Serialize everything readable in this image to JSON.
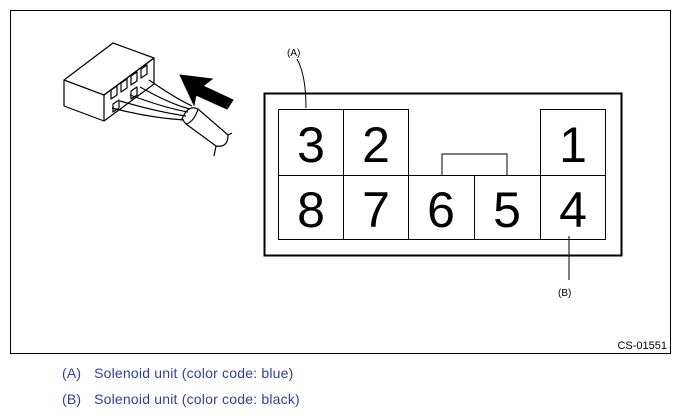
{
  "figure": {
    "id": "CS-01551",
    "callout_a": "(A)",
    "callout_b": "(B)",
    "pins": {
      "p1": "1",
      "p2": "2",
      "p3": "3",
      "p4": "4",
      "p5": "5",
      "p6": "6",
      "p7": "7",
      "p8": "8"
    }
  },
  "legend": [
    {
      "mark": "(A)",
      "text": "Solenoid unit (color code: blue)"
    },
    {
      "mark": "(B)",
      "text": "Solenoid unit (color code: black)"
    }
  ]
}
